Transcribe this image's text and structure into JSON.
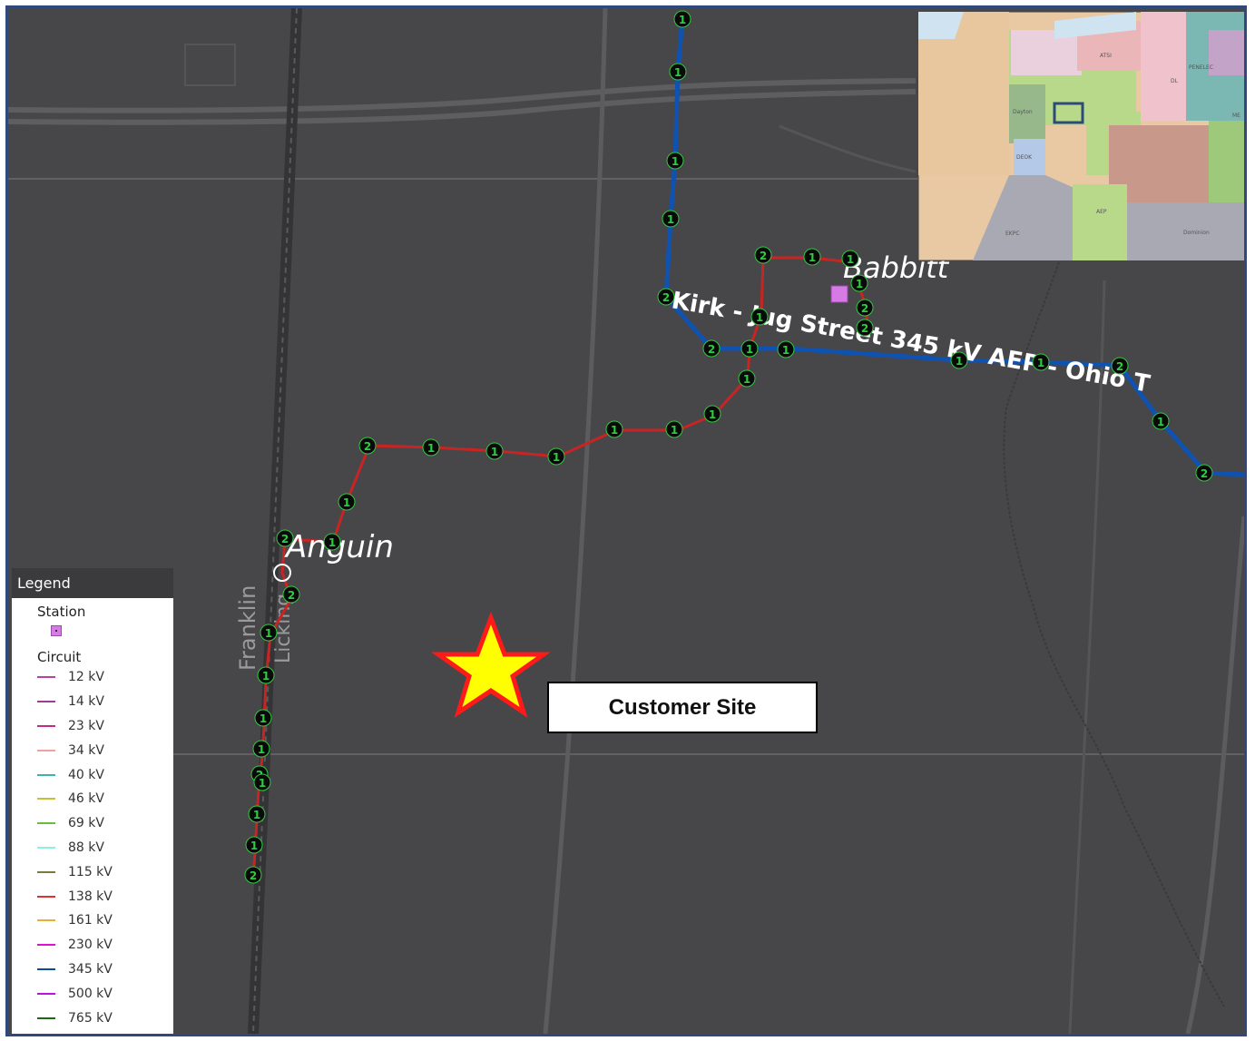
{
  "stations": {
    "babbitt": "Babbitt",
    "anguin": "Anguin"
  },
  "line_label": "Kirk - Jug Street 345 kV AEP - Ohio T",
  "county_labels": {
    "west": "Franklin",
    "east": "Licking"
  },
  "callout": {
    "label": "Customer Site"
  },
  "node_numbers": {
    "one": "1",
    "two": "2"
  },
  "inset_map": {
    "labels": [
      "ATSI",
      "PENELEC",
      "DL",
      "Dayton",
      "DEOK",
      "AEP",
      "EKPC",
      "Dominion",
      "ME"
    ],
    "selection_color": "#2f4a7a"
  },
  "legend": {
    "title": "Legend",
    "station_heading": "Station",
    "circuit_heading": "Circuit",
    "items": [
      {
        "label": "12 kV",
        "color": "#b8439a"
      },
      {
        "label": "14 kV",
        "color": "#a03c8e"
      },
      {
        "label": "23 kV",
        "color": "#c42a86"
      },
      {
        "label": "34 kV",
        "color": "#f0a0a0"
      },
      {
        "label": "40 kV",
        "color": "#3cb4a8"
      },
      {
        "label": "46 kV",
        "color": "#c8c034"
      },
      {
        "label": "69 kV",
        "color": "#6abd3c"
      },
      {
        "label": "88 kV",
        "color": "#8ef0e0"
      },
      {
        "label": "115 kV",
        "color": "#7a7a3a"
      },
      {
        "label": "138 kV",
        "color": "#e03030"
      },
      {
        "label": "161 kV",
        "color": "#e8b030"
      },
      {
        "label": "230 kV",
        "color": "#e010d0"
      },
      {
        "label": "345 kV",
        "color": "#0a4aa0"
      },
      {
        "label": "500 kV",
        "color": "#c010e0"
      },
      {
        "label": "765 kV",
        "color": "#1a6a10"
      }
    ]
  },
  "colors": {
    "map_background": "#474749",
    "line_345": "#0f52b0",
    "line_138": "#c82424",
    "star_fill": "#ffff00",
    "star_stroke": "#ff1a1a",
    "frame_border": "#2f4a7a"
  }
}
